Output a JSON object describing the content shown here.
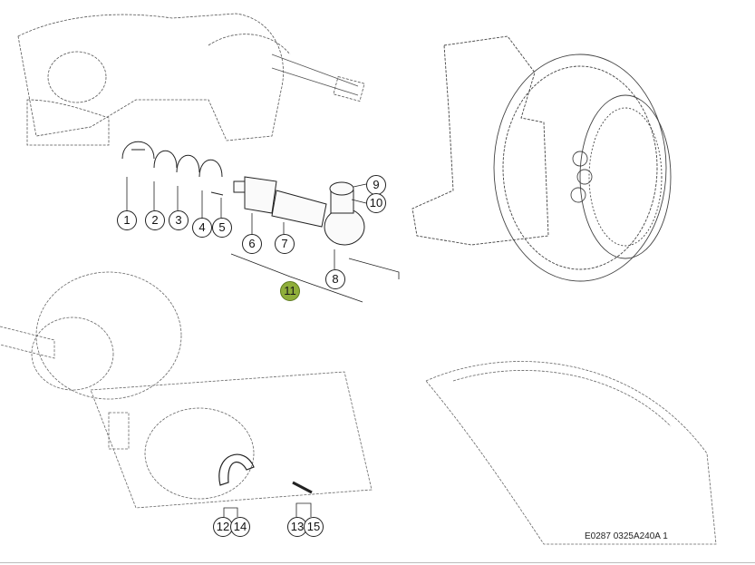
{
  "diagram": {
    "title": "Steering axle exploded view",
    "document_id": "E0287 0325A240A 1",
    "highlight_color": "#8fae3a",
    "callouts": [
      {
        "label": "1"
      },
      {
        "label": "2"
      },
      {
        "label": "3"
      },
      {
        "label": "4"
      },
      {
        "label": "5"
      },
      {
        "label": "6"
      },
      {
        "label": "7"
      },
      {
        "label": "8"
      },
      {
        "label": "9"
      },
      {
        "label": "10"
      },
      {
        "label": "11",
        "highlighted": true
      },
      {
        "label": "12"
      },
      {
        "label": "14"
      },
      {
        "label": "13"
      },
      {
        "label": "15"
      }
    ]
  }
}
